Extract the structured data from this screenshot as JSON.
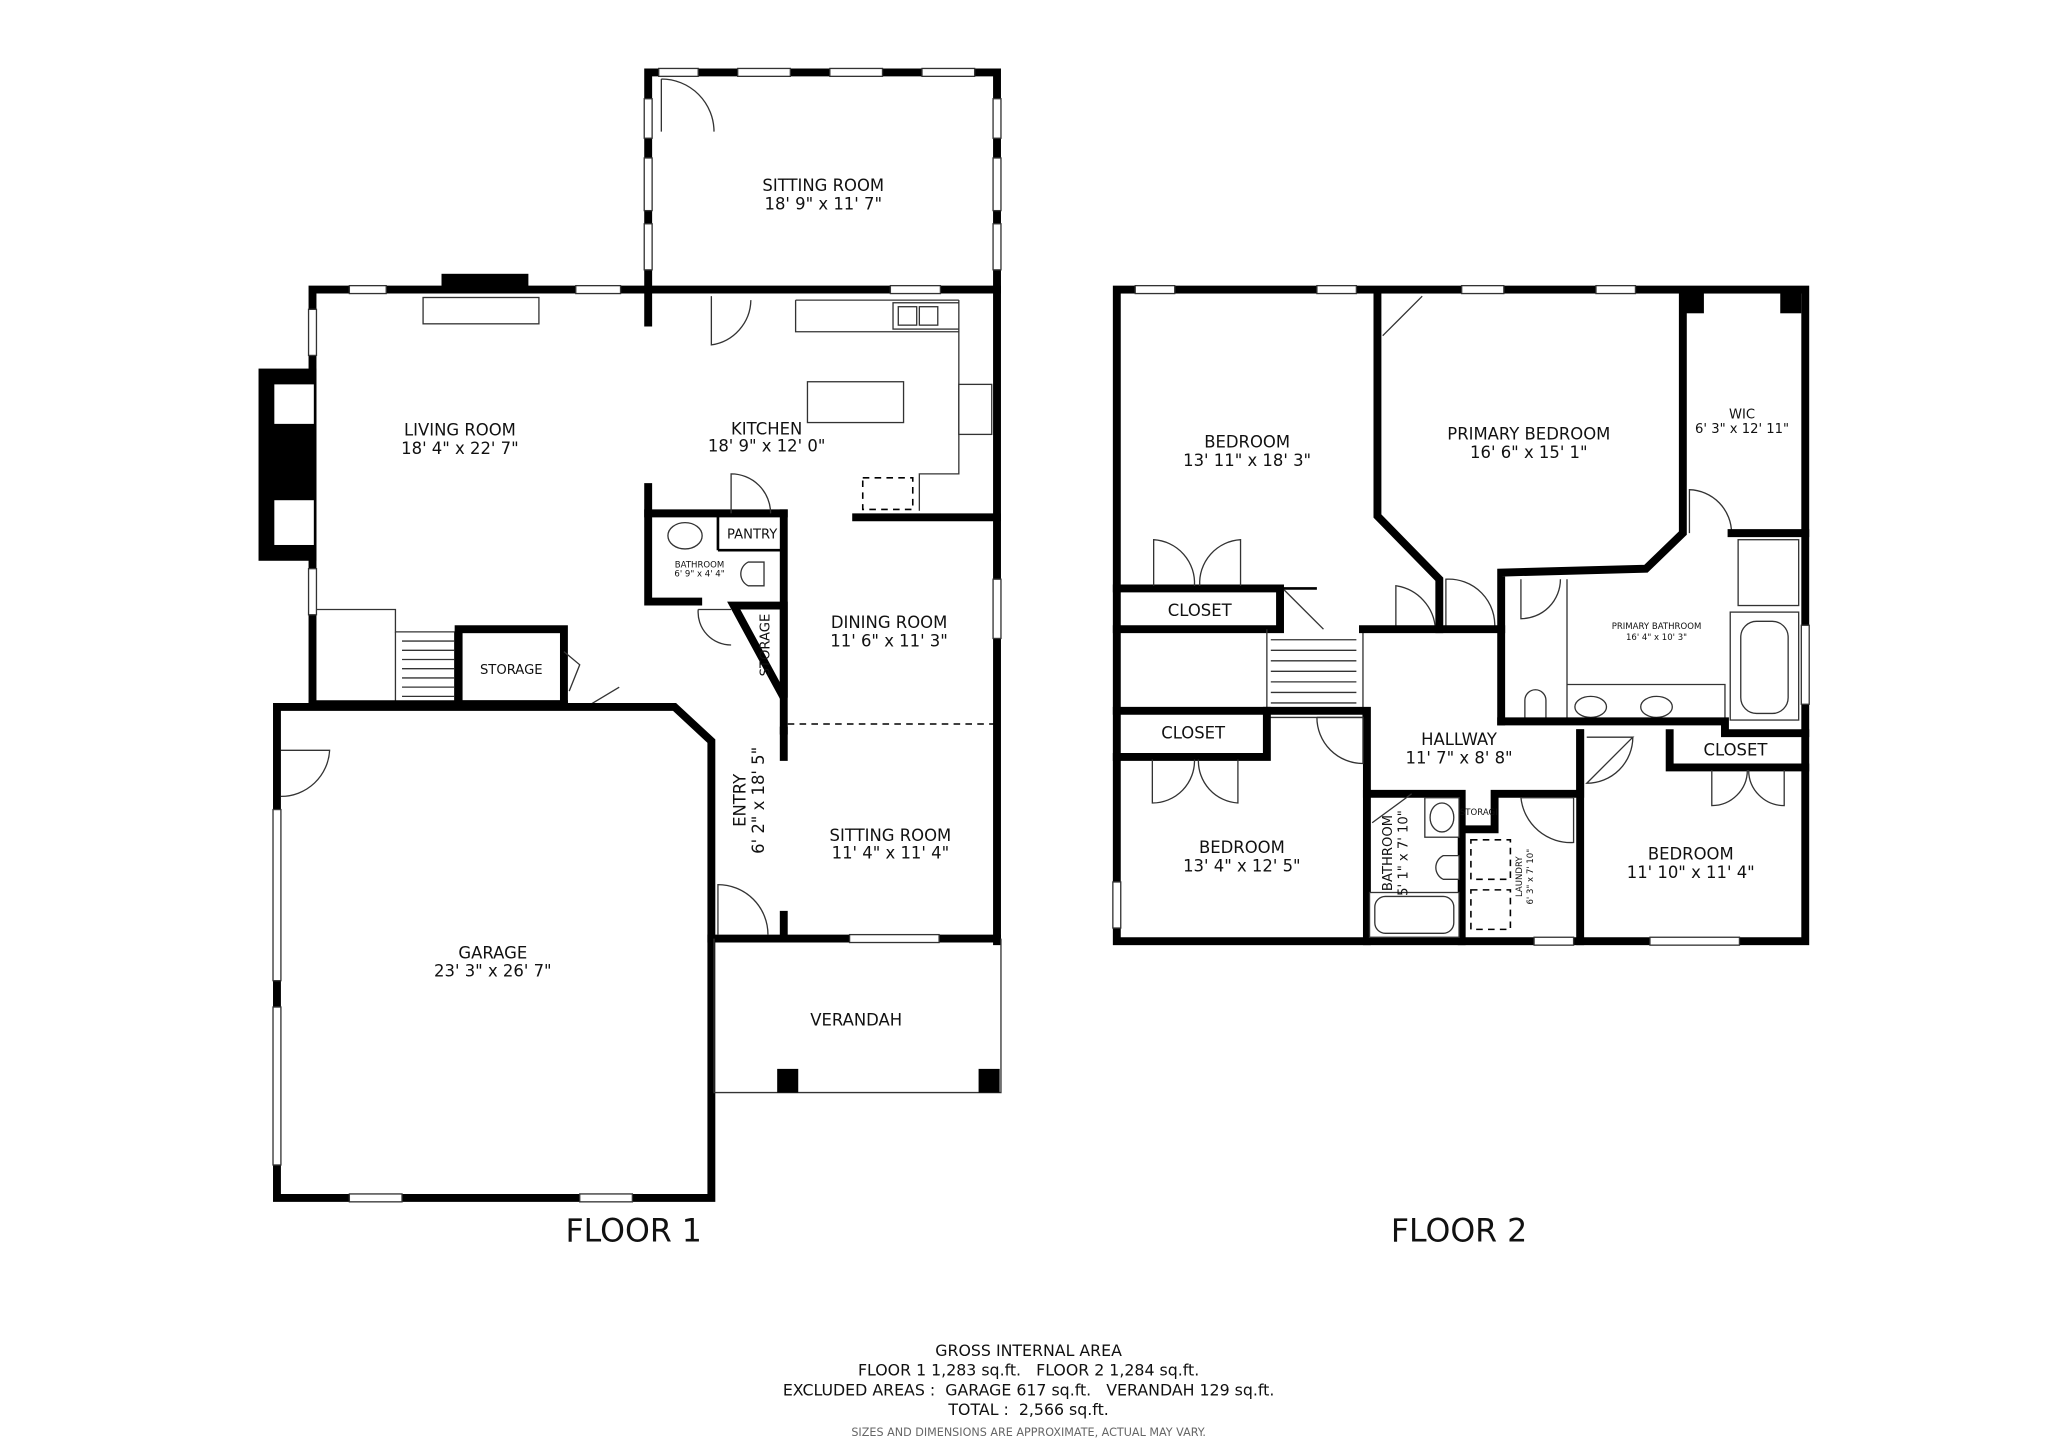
{
  "floor1": {
    "title": "FLOOR 1",
    "rooms": {
      "sitting_room_top": {
        "name": "SITTING ROOM",
        "size": "18' 9\" x 11' 7\""
      },
      "living_room": {
        "name": "LIVING ROOM",
        "size": "18' 4\" x 22' 7\""
      },
      "kitchen": {
        "name": "KITCHEN",
        "size": "18' 9\" x 12' 0\""
      },
      "pantry": {
        "name": "PANTRY"
      },
      "bathroom": {
        "name": "BATHROOM",
        "size": "6' 9\" x 4' 4\""
      },
      "storage_small": {
        "name": "STORAGE"
      },
      "storage": {
        "name": "STORAGE"
      },
      "dining_room": {
        "name": "DINING ROOM",
        "size": "11' 6\" x 11' 3\""
      },
      "entry": {
        "name": "ENTRY",
        "size": "6' 2\" x 18' 5\""
      },
      "sitting_room": {
        "name": "SITTING ROOM",
        "size": "11' 4\" x 11' 4\""
      },
      "garage": {
        "name": "GARAGE",
        "size": "23' 3\" x 26' 7\""
      },
      "verandah": {
        "name": "VERANDAH"
      }
    }
  },
  "floor2": {
    "title": "FLOOR 2",
    "rooms": {
      "bedroom_nw": {
        "name": "BEDROOM",
        "size": "13' 11\" x 18' 3\""
      },
      "primary_bedroom": {
        "name": "PRIMARY BEDROOM",
        "size": "16' 6\" x 15' 1\""
      },
      "wic": {
        "name": "WIC",
        "size": "6' 3\" x 12' 11\""
      },
      "primary_bathroom": {
        "name": "PRIMARY BATHROOM",
        "size": "16' 4\" x 10' 3\""
      },
      "closet_nw": {
        "name": "CLOSET"
      },
      "closet_sw": {
        "name": "CLOSET"
      },
      "closet_se": {
        "name": "CLOSET"
      },
      "hallway": {
        "name": "HALLWAY",
        "size": "11' 7\" x 8' 8\""
      },
      "bedroom_sw": {
        "name": "BEDROOM",
        "size": "13' 4\" x 12' 5\""
      },
      "bathroom": {
        "name": "BATHROOM",
        "size": "5' 1\" x 7' 10\""
      },
      "storage": {
        "name": "STORAGI"
      },
      "laundry": {
        "name": "LAUNDRY",
        "size": "6' 3\" x 7' 10\""
      },
      "bedroom_se": {
        "name": "BEDROOM",
        "size": "11' 10\" x 11' 4\""
      }
    }
  },
  "summary": {
    "heading": "GROSS INTERNAL AREA",
    "floors_line": "FLOOR 1 1,283 sq.ft.   FLOOR 2 1,284 sq.ft.",
    "excluded_line": "EXCLUDED AREAS :  GARAGE 617 sq.ft.   VERANDAH 129 sq.ft.",
    "total_line": "TOTAL :  2,566 sq.ft.",
    "disclaimer": "SIZES AND DIMENSIONS ARE APPROXIMATE, ACTUAL MAY VARY."
  }
}
